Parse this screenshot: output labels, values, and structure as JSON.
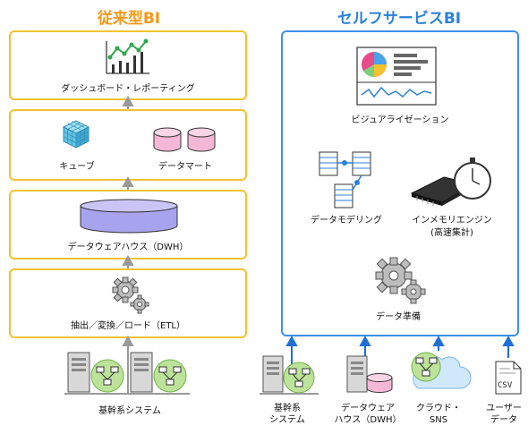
{
  "left": {
    "title": "従来型BI",
    "dashboard_label": "ダッシュボード・レポーティング",
    "cube_label": "キューブ",
    "datamart_label": "データマート",
    "dwh_label": "データウェアハウス（DWH）",
    "etl_label": "抽出／変換／ロード（ETL）",
    "core_label": "基幹系システム"
  },
  "right": {
    "title": "セルフサービスBI",
    "visualization_label": "ビジュアライゼーション",
    "modeling_label": "データモデリング",
    "inmemory_label": "インメモリエンジン",
    "inmemory_sub": "(高速集計)",
    "prep_label": "データ準備",
    "sources": {
      "core_line1": "基幹系",
      "core_line2": "システム",
      "dwh_line1": "データウェア",
      "dwh_line2": "ハウス（DWH）",
      "cloud_line1": "クラウド・",
      "cloud_line2": "SNS",
      "user_line1": "ユーザー",
      "user_line2": "データ",
      "csv_text": "CSV"
    }
  },
  "colors": {
    "orange_title": "#f29a1a",
    "blue_title": "#2b82d9",
    "yellow_border": "#f2c230",
    "blue_border": "#3f8fe8",
    "arrow_blue": "#1f6fd6",
    "arrow_gray": "#999999"
  }
}
